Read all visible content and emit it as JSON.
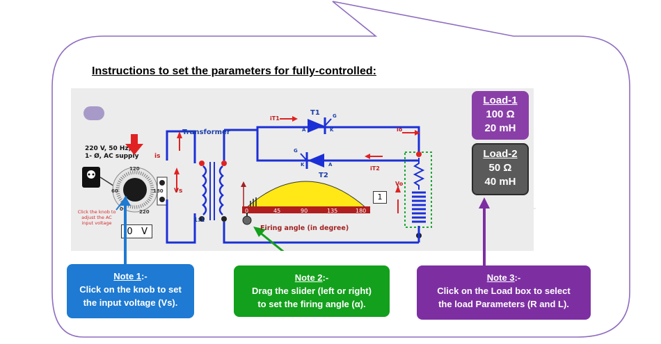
{
  "title": "Instructions to set the parameters for fully-controlled:",
  "simulator": {
    "supply_line1": "220 V, 50 Hz,",
    "supply_line2": "1- Ø, AC supply",
    "knob_ticks": [
      "120",
      "60",
      "180",
      "0",
      "220"
    ],
    "knob_note": "Click the knob to adjust the AC input voltage",
    "voltage_value": "0",
    "voltage_unit": "V",
    "transformer_label": "Transformer",
    "ratio_label": "1:1",
    "is_label": "is",
    "vs_label": "Vs",
    "iT1_label": "iT1",
    "iT2_label": "iT2",
    "T1_label": "T1",
    "T2_label": "T2",
    "io_label": "io",
    "vo_label": "Vo",
    "a_label": "A",
    "k_label": "K",
    "g_label": "G",
    "firing_ticks": [
      "0",
      "45",
      "90",
      "135",
      "180"
    ],
    "firing_value": "1",
    "firing_label": "Firing angle (in degree)"
  },
  "loads": [
    {
      "title": "Load-1",
      "r": "100 Ω",
      "l": "20 mH"
    },
    {
      "title": "Load-2",
      "r": "50 Ω",
      "l": "40 mH"
    }
  ],
  "notes": [
    {
      "title": "Note 1",
      "suffix": ":-",
      "line1": "Click on the knob to set",
      "line2": "the input voltage (Vs)."
    },
    {
      "title": "Note 2",
      "suffix": ":-",
      "line1": "Drag the slider (left or right)",
      "line2": "to set the firing angle (α)."
    },
    {
      "title": "Note 3",
      "suffix": ":-",
      "line1": "Click on the Load box to select",
      "line2": "the load Parameters (R and L)."
    }
  ],
  "colors": {
    "bubble_border": "#8e6cc0",
    "wire": "#1b2fd6",
    "note1": "#1e7ad2",
    "note2": "#13a01c",
    "note3": "#7d2fa2",
    "load1": "#8a3fa8",
    "load2": "#5a5a5a"
  }
}
